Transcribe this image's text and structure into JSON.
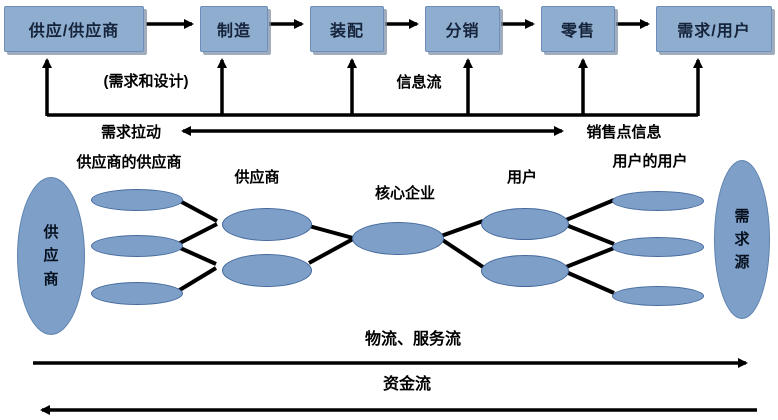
{
  "colors": {
    "box_fill": "#8FAECF",
    "box_border": "#6C8EB8",
    "ellipse_fill": "#7E9FC7",
    "ellipse_border": "#44699D",
    "line_color": "#000000",
    "text_dark": "#16243B"
  },
  "chain": {
    "boxes": [
      "供应/供应商",
      "制造",
      "装配",
      "分销",
      "零售",
      "需求/用户"
    ]
  },
  "info_layer": {
    "design_note": "(需求和设计)",
    "info_flow": "信息流",
    "demand_pull": "需求拉动",
    "pos_info": "销售点信息"
  },
  "network": {
    "left_source_label": "供应商",
    "right_source_label": "需求源",
    "tier_labels": {
      "suppliers_supplier": "供应商的供应商",
      "supplier": "供应商",
      "core_enterprise": "核心企业",
      "user": "用户",
      "users_user": "用户的用户"
    }
  },
  "flows": {
    "logistics": "物流、服务流",
    "capital": "资金流"
  }
}
